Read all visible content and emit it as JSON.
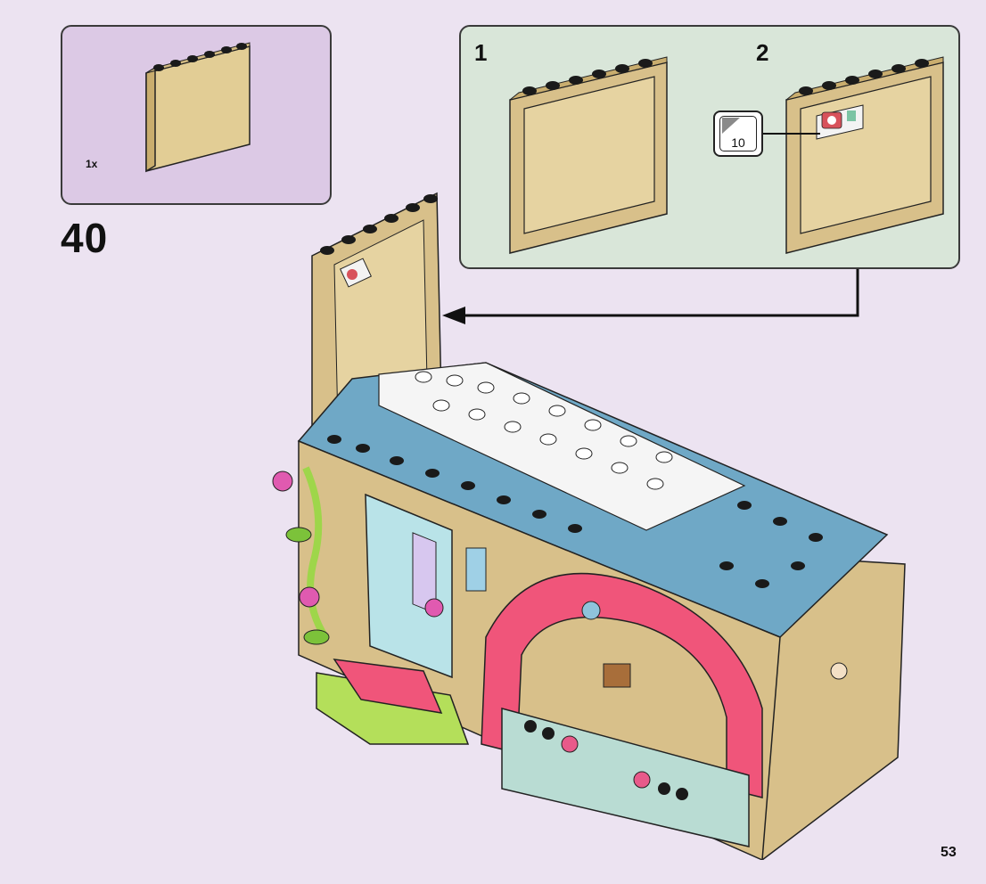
{
  "parts_callout": {
    "quantity": "1x",
    "part": "tan-1x6x5-wall-panel"
  },
  "step": {
    "number": "40"
  },
  "sub_assembly": {
    "steps": [
      {
        "number": "1"
      },
      {
        "number": "2"
      }
    ],
    "sticker": {
      "number": "10",
      "icon": "sticker-sheet-icon"
    }
  },
  "page": {
    "number": "53"
  },
  "colors": {
    "background": "#ece3f1",
    "parts_box": "#dcc9e5",
    "sub_box": "#d9e6d9",
    "tan": "#d8c08a",
    "azure": "#6fa8c6",
    "coral": "#f0557a",
    "lime": "#b4df5a",
    "mint": "#b9dcd3"
  }
}
